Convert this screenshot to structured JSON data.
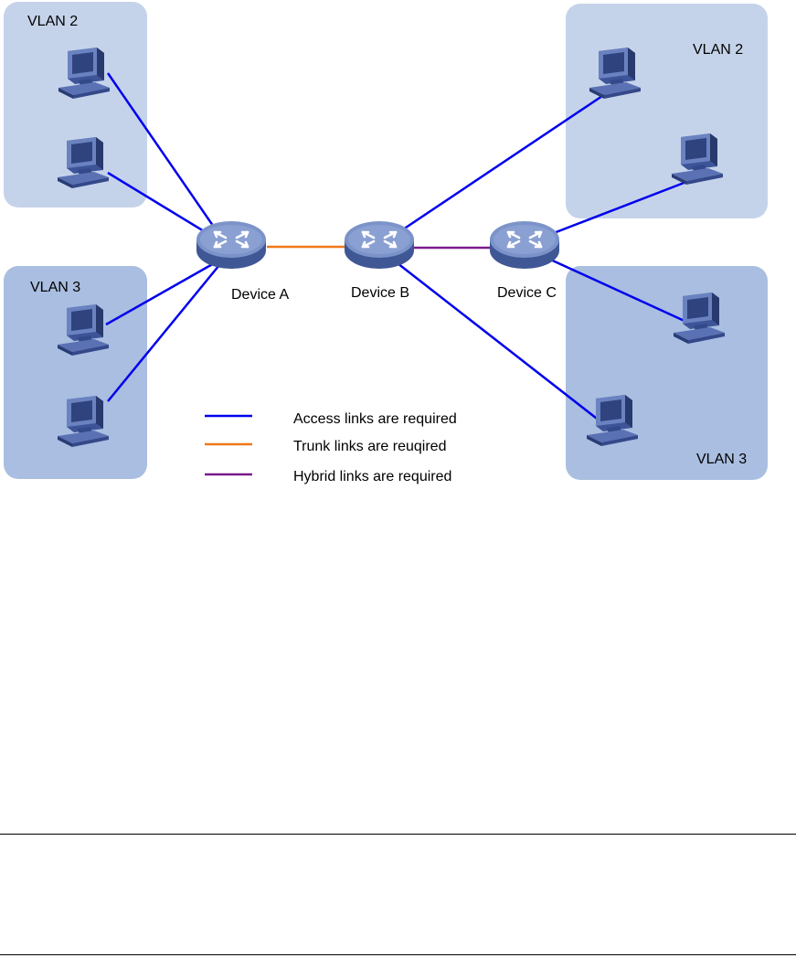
{
  "zones": [
    {
      "id": "tl",
      "label": "VLAN 2",
      "color": "#c5d3ea"
    },
    {
      "id": "bl",
      "label": "VLAN 3",
      "color": "#a9bee0"
    },
    {
      "id": "tr",
      "label": "VLAN 2",
      "color": "#c5d3ea"
    },
    {
      "id": "br",
      "label": "VLAN 3",
      "color": "#a9bee0"
    }
  ],
  "devices": [
    {
      "id": "a",
      "label": "Device A"
    },
    {
      "id": "b",
      "label": "Device B"
    },
    {
      "id": "c",
      "label": "Device C"
    }
  ],
  "legend": [
    {
      "type": "access",
      "label": "Access links are required",
      "color": "#0000ee"
    },
    {
      "type": "trunk",
      "label": "Trunk links are reuqired",
      "color": "#f07818"
    },
    {
      "type": "hybrid",
      "label": "Hybrid links are required",
      "color": "#7a1a8a"
    }
  ],
  "colors": {
    "access": "#0000ee",
    "trunk": "#f07818",
    "hybrid": "#7a1a8a",
    "switch_top": "#7b93c9",
    "switch_side": "#3f5794",
    "pc_body": "#4a62a8"
  }
}
